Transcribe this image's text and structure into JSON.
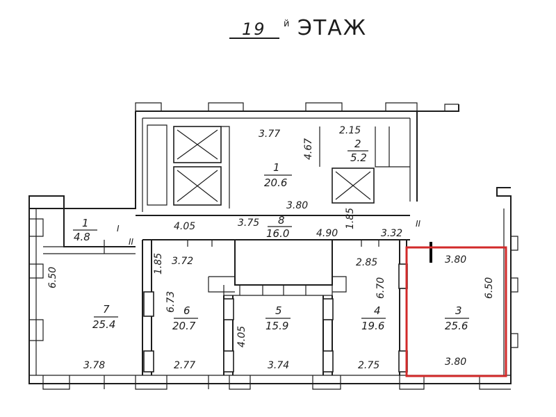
{
  "title": {
    "floor_number": "19",
    "suffix": "й",
    "word": "ЭТАЖ"
  },
  "rooms": [
    {
      "id": "1",
      "area": "20.6"
    },
    {
      "id": "2",
      "area": "5.2"
    },
    {
      "id": "1",
      "area": "4.8"
    },
    {
      "id": "8",
      "area": "16.0"
    },
    {
      "id": "7",
      "area": "25.4"
    },
    {
      "id": "6",
      "area": "20.7"
    },
    {
      "id": "5",
      "area": "15.9"
    },
    {
      "id": "4",
      "area": "19.6"
    },
    {
      "id": "3",
      "area": "25.6"
    }
  ],
  "dimensions": [
    "3.77",
    "2.15",
    "4.67",
    "3.80",
    "4.05",
    "3.75",
    "4.90",
    "1.85",
    "3.32",
    "3.72",
    "1.85",
    "2.85",
    "3.80",
    "6.50",
    "6.73",
    "6.70",
    "6.50",
    "4.05",
    "3.78",
    "2.77",
    "3.74",
    "2.75",
    "3.80"
  ],
  "section_marks": [
    "I",
    "II",
    "II"
  ],
  "highlight": {
    "color": "#d22a2a",
    "room": "3"
  }
}
